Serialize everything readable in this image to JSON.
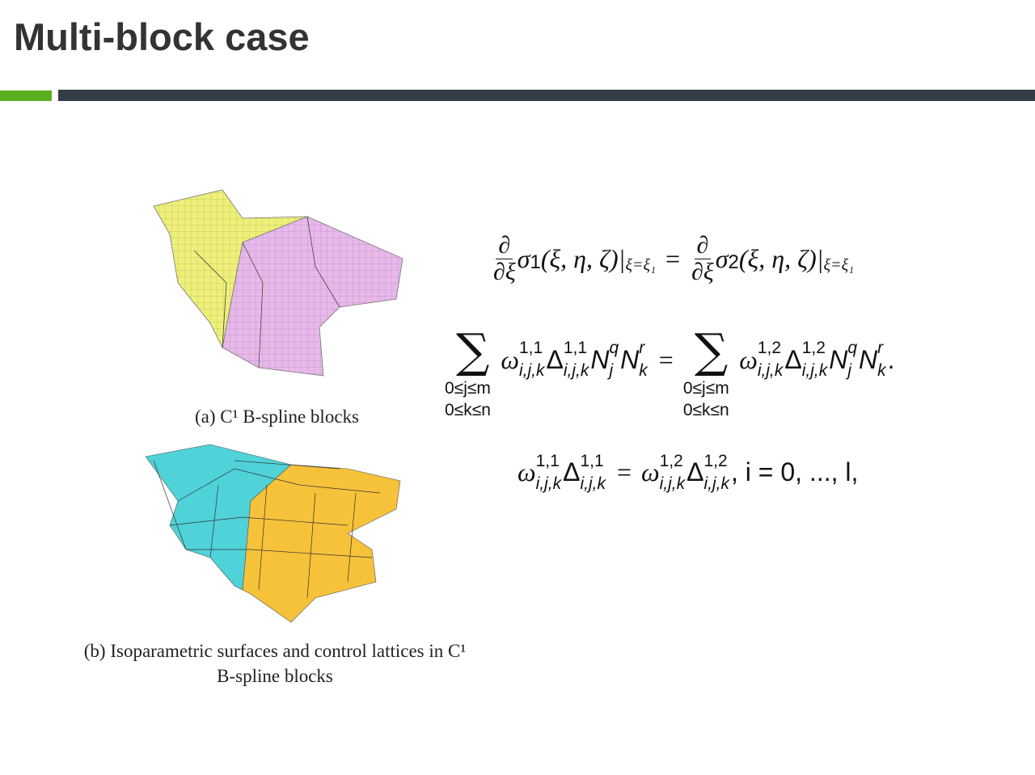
{
  "slide": {
    "title": "Multi-block case"
  },
  "colors": {
    "accent_green": "#5aaf1e",
    "bar_dark": "#343c48",
    "block_yellow": "#eef07a",
    "block_pink": "#e8b8ea",
    "surface_cyan": "#4fd2d8",
    "surface_orange": "#f6c23a"
  },
  "figures": {
    "a_caption": "(a) C¹ B-spline blocks",
    "b_caption_line1": "(b) Isoparametric surfaces and control lattices in C¹",
    "b_caption_line2": "B-spline blocks"
  },
  "eq1": {
    "partial": "∂",
    "dxi": "∂ξ",
    "sigma": "σ",
    "idx1": "1",
    "idx2": "2",
    "args": "(ξ, η, ζ)|",
    "eval": "ξ=ξ₁",
    "equals": "="
  },
  "eq2": {
    "sum": "∑",
    "lim1": "0≤j≤m",
    "lim2": "0≤k≤n",
    "omega": "ω",
    "delta": "Δ",
    "sup_left": "1,1",
    "sup_right": "1,2",
    "sub": "i,j,k",
    "N": "N",
    "q": "q",
    "r": "r",
    "j": "j",
    "k": "k",
    "equals": "=",
    "end": "."
  },
  "eq3": {
    "omega": "ω",
    "delta": "Δ",
    "sup_left": "1,1",
    "sup_right": "1,2",
    "sub": "i,j,k",
    "equals": "=",
    "tail": ", i = 0, ..., l,"
  }
}
